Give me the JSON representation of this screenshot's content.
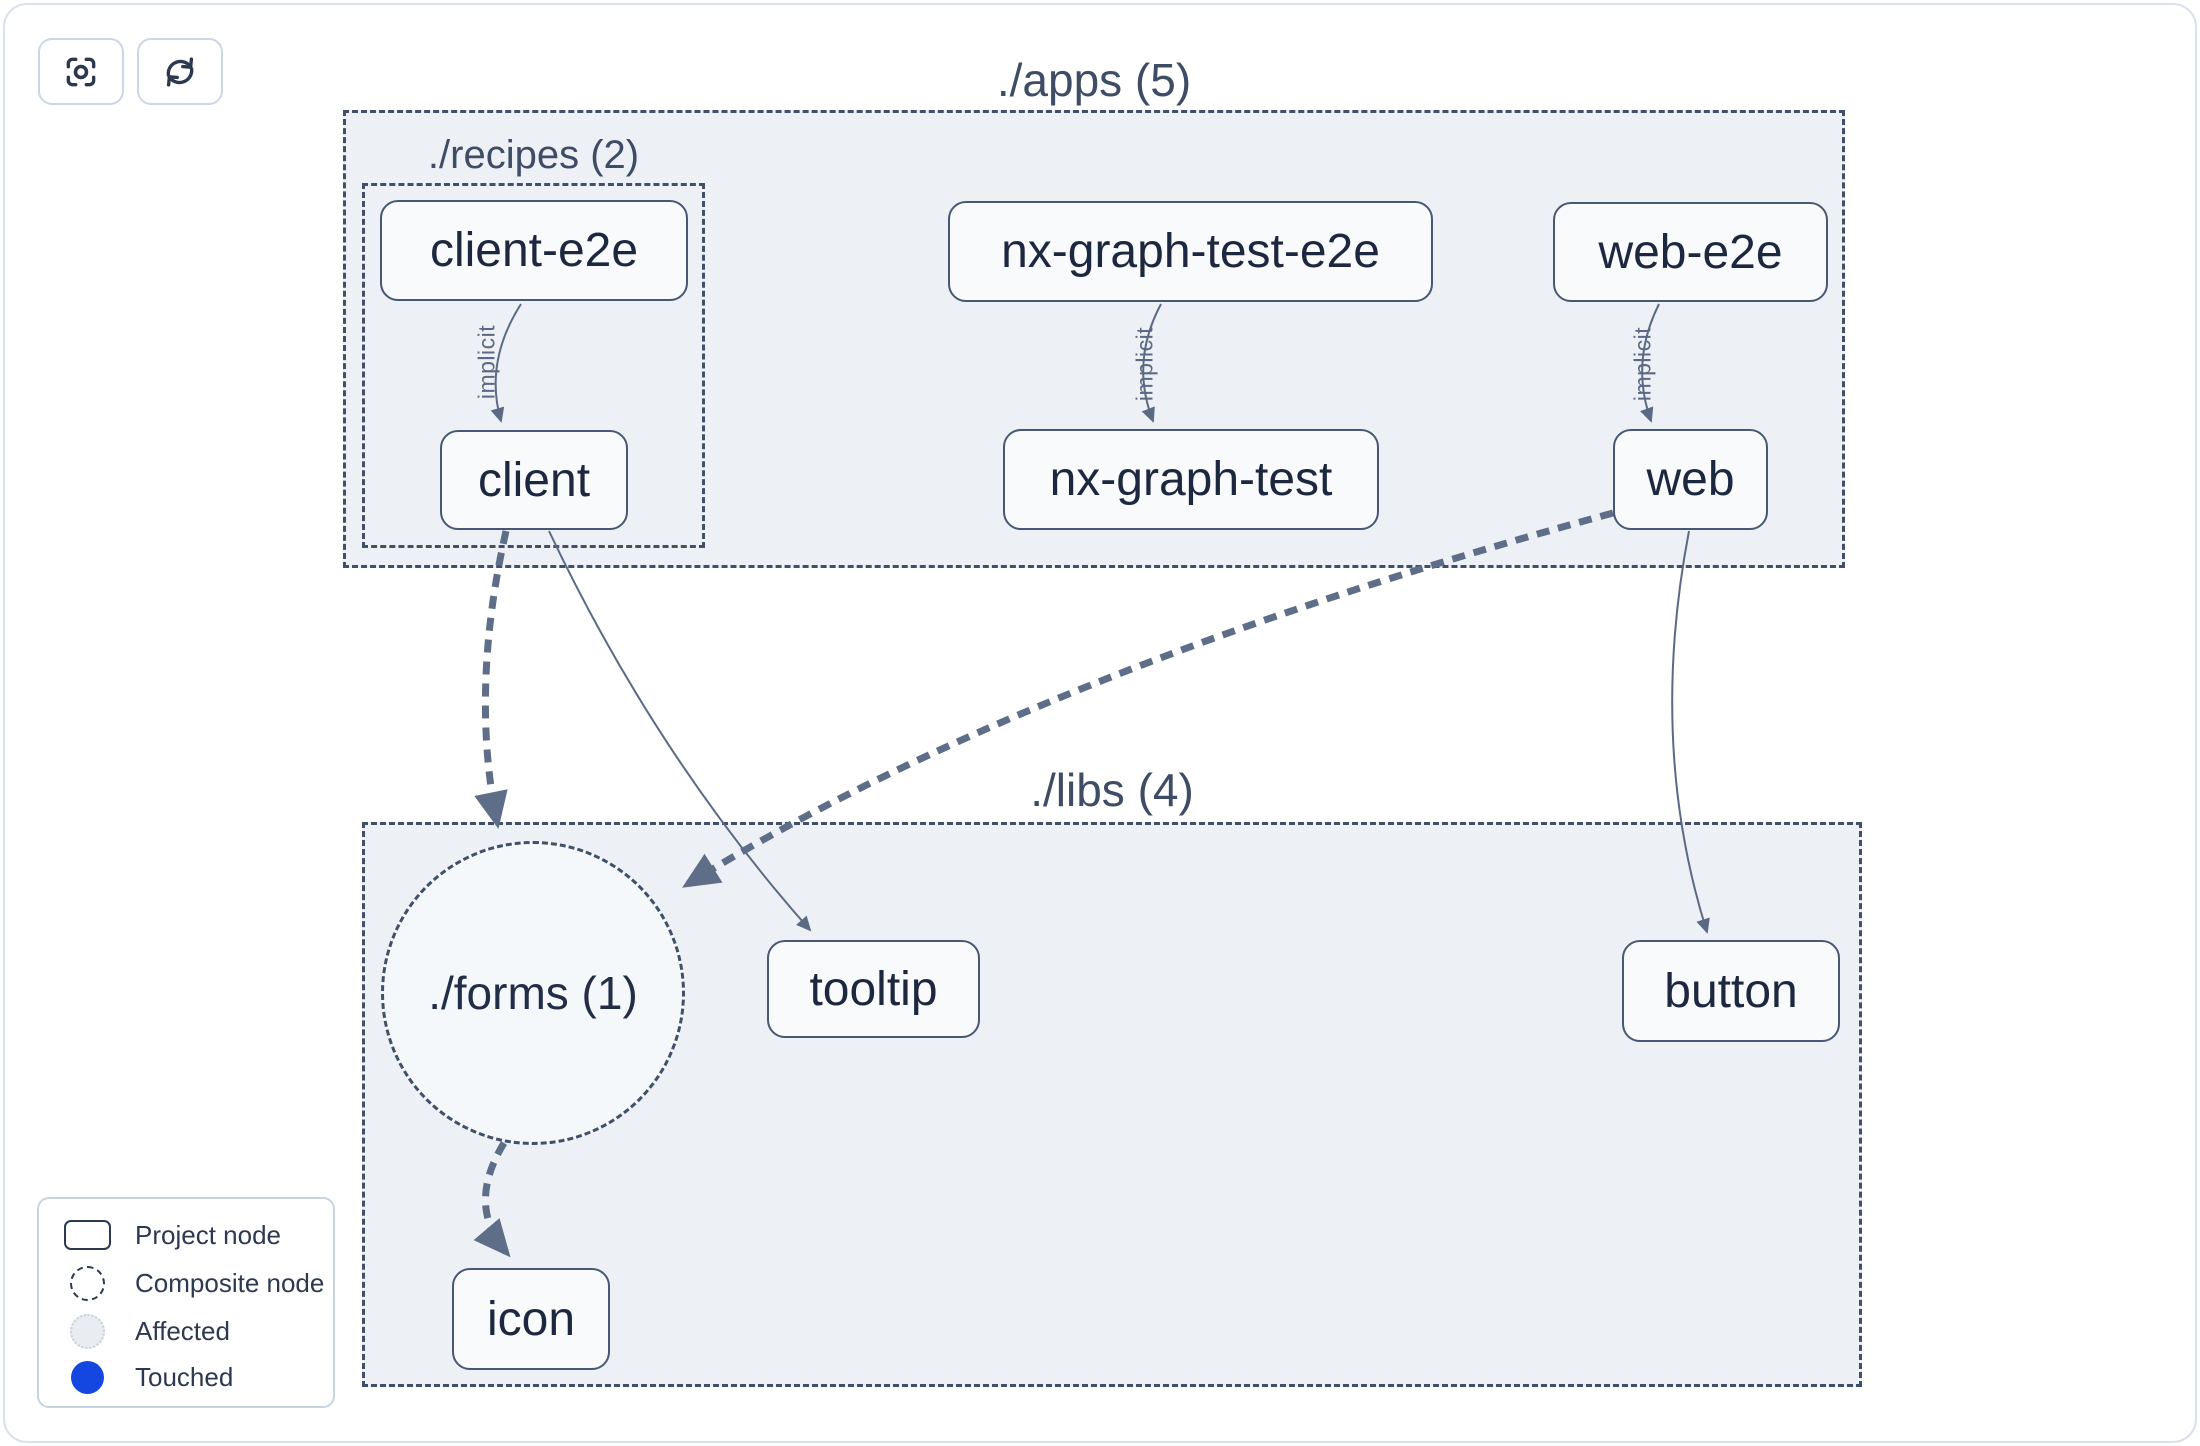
{
  "toolbar": {
    "buttons": [
      {
        "icon": "focus-icon",
        "action": "center-graph"
      },
      {
        "icon": "refresh-icon",
        "action": "refresh-graph"
      }
    ]
  },
  "graph": {
    "containers": [
      {
        "id": "apps",
        "label": "./apps (5)",
        "project_count": 5
      },
      {
        "id": "recipes",
        "label": "./recipes (2)",
        "project_count": 2
      },
      {
        "id": "libs",
        "label": "./libs (4)",
        "project_count": 4
      }
    ],
    "composite_nodes": [
      {
        "id": "forms",
        "label": "./forms (1)",
        "project_count": 1
      }
    ],
    "nodes": [
      {
        "id": "client-e2e",
        "label": "client-e2e",
        "container": "./recipes"
      },
      {
        "id": "client",
        "label": "client",
        "container": "./recipes"
      },
      {
        "id": "nx-graph-test-e2e",
        "label": "nx-graph-test-e2e",
        "container": "./apps"
      },
      {
        "id": "nx-graph-test",
        "label": "nx-graph-test",
        "container": "./apps"
      },
      {
        "id": "web-e2e",
        "label": "web-e2e",
        "container": "./apps"
      },
      {
        "id": "web",
        "label": "web",
        "container": "./apps"
      },
      {
        "id": "tooltip",
        "label": "tooltip",
        "container": "./libs"
      },
      {
        "id": "button",
        "label": "button",
        "container": "./libs"
      },
      {
        "id": "icon",
        "label": "icon",
        "container": "./libs"
      }
    ],
    "edges": [
      {
        "from": "client-e2e",
        "to": "client",
        "label": "implicit",
        "style": "thin-solid"
      },
      {
        "from": "nx-graph-test-e2e",
        "to": "nx-graph-test",
        "label": "implicit",
        "style": "thin-solid"
      },
      {
        "from": "web-e2e",
        "to": "web",
        "label": "implicit",
        "style": "thin-solid"
      },
      {
        "from": "client",
        "to": "tooltip",
        "label": "",
        "style": "thin-solid"
      },
      {
        "from": "web",
        "to": "button",
        "label": "",
        "style": "thin-solid"
      },
      {
        "from": "client",
        "to": "./forms",
        "label": "",
        "style": "thick-dashed"
      },
      {
        "from": "web",
        "to": "./forms",
        "label": "",
        "style": "thick-dashed"
      },
      {
        "from": "./forms",
        "to": "icon",
        "label": "",
        "style": "thick-dashed"
      }
    ]
  },
  "legend": {
    "items": [
      {
        "icon": "project-node-icon",
        "label": "Project node"
      },
      {
        "icon": "composite-node-icon",
        "label": "Composite node"
      },
      {
        "icon": "affected-icon",
        "label": "Affected"
      },
      {
        "icon": "touched-icon",
        "label": "Touched"
      }
    ]
  },
  "colors": {
    "container_fill": "#edf1f6",
    "node_fill": "#f8fafc",
    "edge": "#5b6a84",
    "touched_blue": "#1347e0",
    "affected_fill": "#e9edf2"
  }
}
